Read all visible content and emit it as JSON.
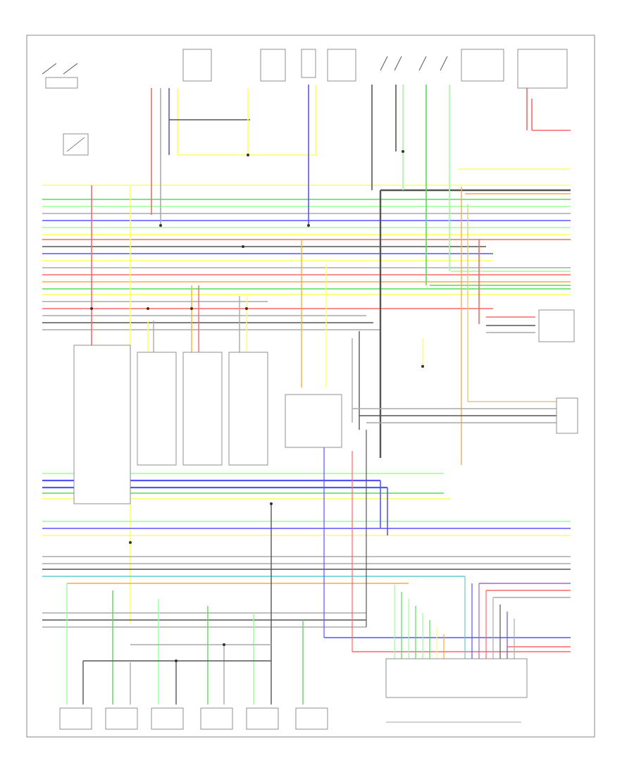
{
  "diagram": {
    "footer_code": "",
    "components": [
      {
        "id": "ignition-switch",
        "name": "ignition-switch-component"
      },
      {
        "id": "fuel-pump-relay",
        "name": "relay-component"
      },
      {
        "id": "sensor-1",
        "name": "sensor-component"
      },
      {
        "id": "sensor-2",
        "name": "sensor-component"
      },
      {
        "id": "switches",
        "name": "switch-group-component"
      },
      {
        "id": "transmission-sensor",
        "name": "transmission-sensor-component"
      },
      {
        "id": "knock-sensor",
        "name": "knock-sensor-component"
      },
      {
        "id": "o2-sensor-1",
        "name": "oxygen-sensor-component"
      },
      {
        "id": "o2-sensor-2",
        "name": "oxygen-sensor-component"
      },
      {
        "id": "o2-sensor-3",
        "name": "oxygen-sensor-component"
      },
      {
        "id": "control-unit",
        "name": "control-unit-component"
      },
      {
        "id": "ignition-coil",
        "name": "ignition-coil-component"
      },
      {
        "id": "connector-right",
        "name": "connector-component"
      },
      {
        "id": "injectors",
        "name": "fuel-injector-row"
      },
      {
        "id": "engine-control-module",
        "name": "engine-control-module-component"
      }
    ],
    "wire_colors": {
      "red": "#ff6666",
      "blue": "#5555ff",
      "yellow": "#ffff66",
      "green": "#55dd55",
      "light-green": "#99ff99",
      "black": "#555555",
      "gray": "#aaaaaa",
      "orange": "#ffaa44",
      "pink": "#ff88cc",
      "violet": "#aa66cc",
      "cyan": "#66cccc",
      "tan": "#ddcc88"
    }
  }
}
